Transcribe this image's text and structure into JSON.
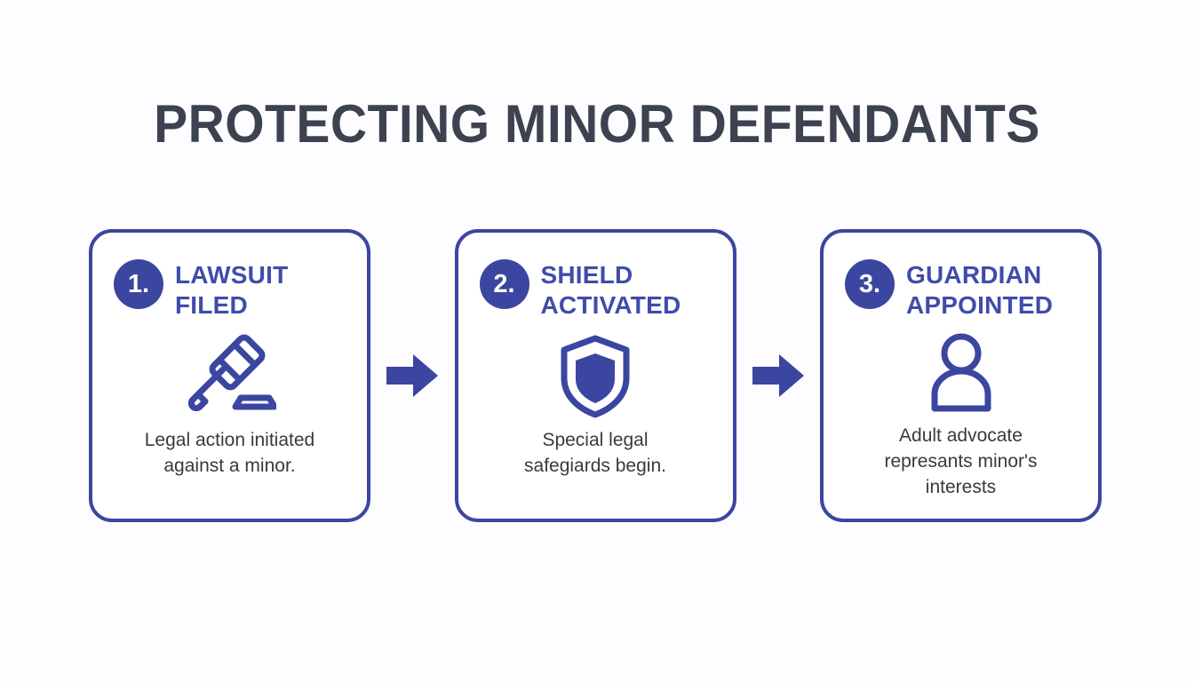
{
  "page": {
    "title": "PROTECTING MINOR DEFENDANTS",
    "background_color": "#fdfdff",
    "title_color": "#3d4250",
    "accent_color": "#3b46a0",
    "heading_color": "#3f4cab",
    "body_text_color": "#3a3a3a"
  },
  "steps": [
    {
      "number": "1.",
      "title": "LAWSUIT\nFILED",
      "icon": "gavel-icon",
      "description": "Legal action initiated\nagainst a minor."
    },
    {
      "number": "2.",
      "title": "SHIELD\nACTIVATED",
      "icon": "shield-icon",
      "description": "Special legal\nsafegiards begin."
    },
    {
      "number": "3.",
      "title": "GUARDIAN\nAPPOINTED",
      "icon": "person-icon",
      "description": "Adult advocate\nrepresants minor's\ninterests"
    }
  ],
  "connectors": [
    {
      "icon": "arrow-right-icon"
    },
    {
      "icon": "arrow-right-icon"
    }
  ]
}
